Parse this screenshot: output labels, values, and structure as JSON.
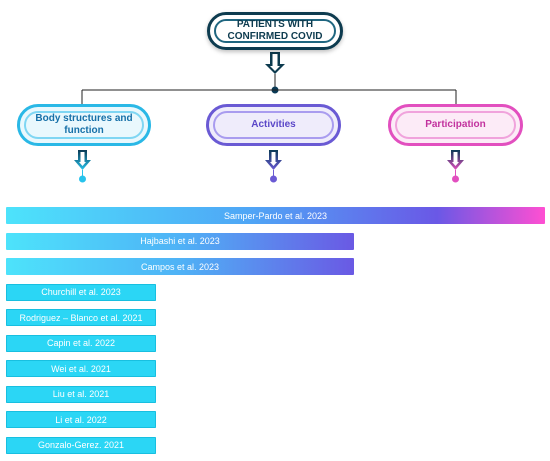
{
  "root": {
    "label": "PATIENTS WITH CONFIRMED COVID"
  },
  "categories": [
    {
      "label": "Body structures and function"
    },
    {
      "label": "Activities"
    },
    {
      "label": "Participation"
    }
  ],
  "studies": [
    {
      "label": "Samper-Pardo  et al. 2023",
      "span": "all"
    },
    {
      "label": "Hajbashi  et al. 2023",
      "span": "two"
    },
    {
      "label": "Campos  et al. 2023",
      "span": "two"
    },
    {
      "label": "Churchill  et al. 2023",
      "span": "one"
    },
    {
      "label": "Rodriguez – Blanco  et al. 2021",
      "span": "one"
    },
    {
      "label": "Capin et al. 2022",
      "span": "one"
    },
    {
      "label": "Wei et al. 2021",
      "span": "one"
    },
    {
      "label": "Liu et al. 2021",
      "span": "one"
    },
    {
      "label": "Li et al. 2022",
      "span": "one"
    },
    {
      "label": "Gonzalo-Gerez. 2021",
      "span": "one"
    }
  ],
  "colors": {
    "root_border": "#0d3b4f",
    "body": "#2ab8e6",
    "activities": "#6a5ad4",
    "participation": "#e24fbf"
  },
  "icons": [
    "down-arrow-icon"
  ]
}
